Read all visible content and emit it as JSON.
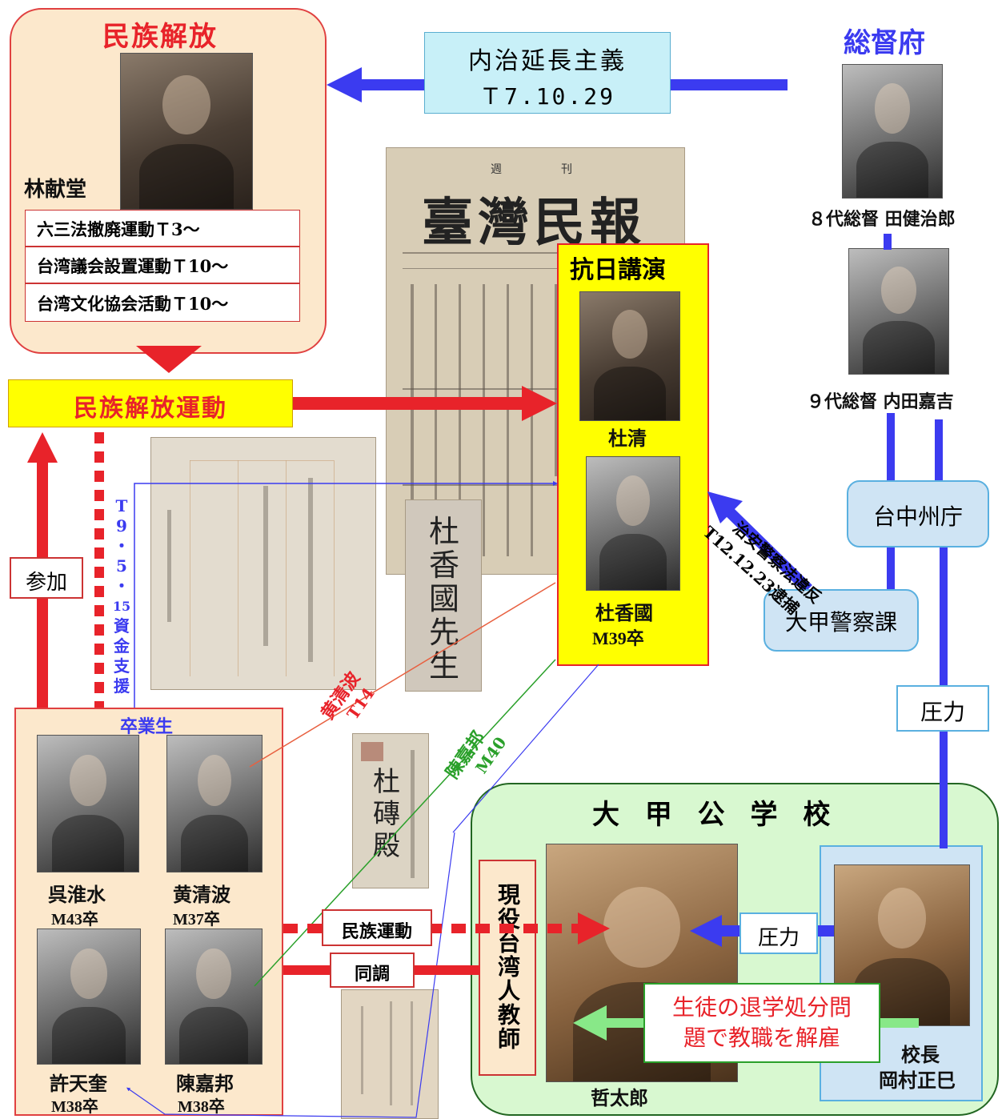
{
  "liberation_box": {
    "title": "民族解放",
    "person": "林献堂",
    "items": [
      "六三法撤廃運動Ｔ3〜",
      "台湾議会設置運動Ｔ10〜",
      "台湾文化協会活動Ｔ10〜"
    ]
  },
  "policy": {
    "line1": "内治延長主義",
    "line2": "Ｔ7.10.29"
  },
  "governor": {
    "title": "総督府",
    "gov8": "８代総督 田健治郎",
    "gov9": "９代総督 内田嘉吉"
  },
  "newspaper": {
    "label_top": "週　刊",
    "title": "臺灣民報"
  },
  "movement": {
    "label": "民族解放運動"
  },
  "lecture": {
    "title": "抗日講演",
    "person1": "杜清",
    "person2": "杜香國",
    "person2_grad": "M39卒"
  },
  "arrest": {
    "line1": "治安警察法違反",
    "line2": "T12.12.23逮捕"
  },
  "taichu": {
    "label": "台中州庁"
  },
  "police": {
    "label": "大甲警察課"
  },
  "pressure_label": "圧力",
  "pressure_label2": "圧力",
  "join_label": "参加",
  "funding": {
    "chars": [
      "T",
      "9",
      "・",
      "5",
      "・",
      "15",
      "資",
      "金",
      "支",
      "援"
    ]
  },
  "envelope1": {
    "chars": [
      "杜",
      "香",
      "國",
      "先",
      "生"
    ]
  },
  "envelope2": {
    "chars": [
      "杜",
      "磚",
      "殿"
    ]
  },
  "huang_note": {
    "name": "黄清波",
    "year": "T14"
  },
  "chen_note": {
    "name": "陳嘉邦",
    "year": "M40"
  },
  "graduates": {
    "title": "卒業生",
    "people": [
      {
        "name": "呉淮水",
        "grad": "M43卒"
      },
      {
        "name": "黄清波",
        "grad": "M37卒"
      },
      {
        "name": "許天奎",
        "grad": "M38卒"
      },
      {
        "name": "陳嘉邦",
        "grad": "M38卒"
      }
    ]
  },
  "minzoku_undo": "民族運動",
  "docho": "同調",
  "teacher": {
    "label": "現役台湾人教師"
  },
  "school": {
    "title": "大 甲 公 学 校",
    "person": "哲太郎",
    "principal_role": "校長",
    "principal_name": "岡村正巳",
    "dismissal": "生徒の退学処分問題で教職を解雇"
  },
  "colors": {
    "red": "#e8232a",
    "blue": "#3b3bf0",
    "yellow": "#ffff00",
    "lightblue": "#c8f0f8",
    "school_green": "#d8f8d0",
    "peach": "#fce8cc"
  }
}
